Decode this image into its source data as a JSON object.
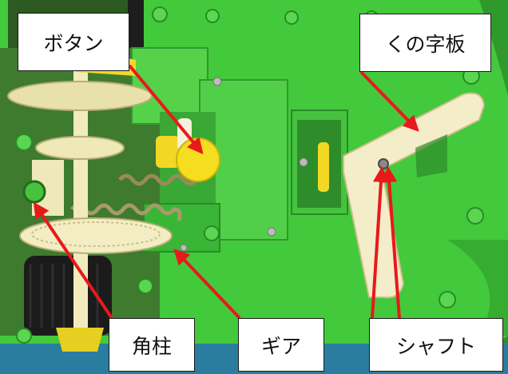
{
  "labels": {
    "button": "ボタン",
    "l_plate": "くの字板",
    "square_post": "角柱",
    "gear": "ギア",
    "shaft": "シャフト"
  },
  "colors": {
    "plastic_green": "#3fc53a",
    "cream_parts": "#efe8b8",
    "yellow_parts": "#f2d825",
    "arrow_red": "#e8191b",
    "label_border": "#1a1a1a"
  }
}
